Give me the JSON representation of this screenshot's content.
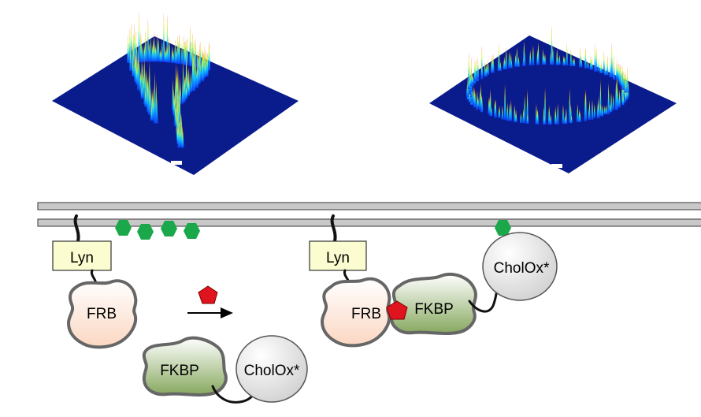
{
  "labels": {
    "left": {
      "lyn": "Lyn",
      "frb": "FRB",
      "fkbp": "FKBP",
      "cholox": "CholOx*"
    },
    "right": {
      "lyn": "Lyn",
      "frb": "FRB",
      "fkbp": "FKBP",
      "cholox": "CholOx*"
    }
  },
  "colors": {
    "plot_base": "#0a1c8c",
    "membrane": "#c8c8c8",
    "cholesterol": "#1aa84a",
    "rapamycin": "#e0141e",
    "lyn_box": "#fbfccf",
    "frb_fill": "#fde0d2",
    "fkbp_fill": "#b8cc98",
    "cholox_fill": "#dedede"
  },
  "icons": [
    "surface-plot-before",
    "surface-plot-after",
    "cholesterol-hexagon",
    "rapamycin-pentagon",
    "reaction-arrow-icon"
  ]
}
